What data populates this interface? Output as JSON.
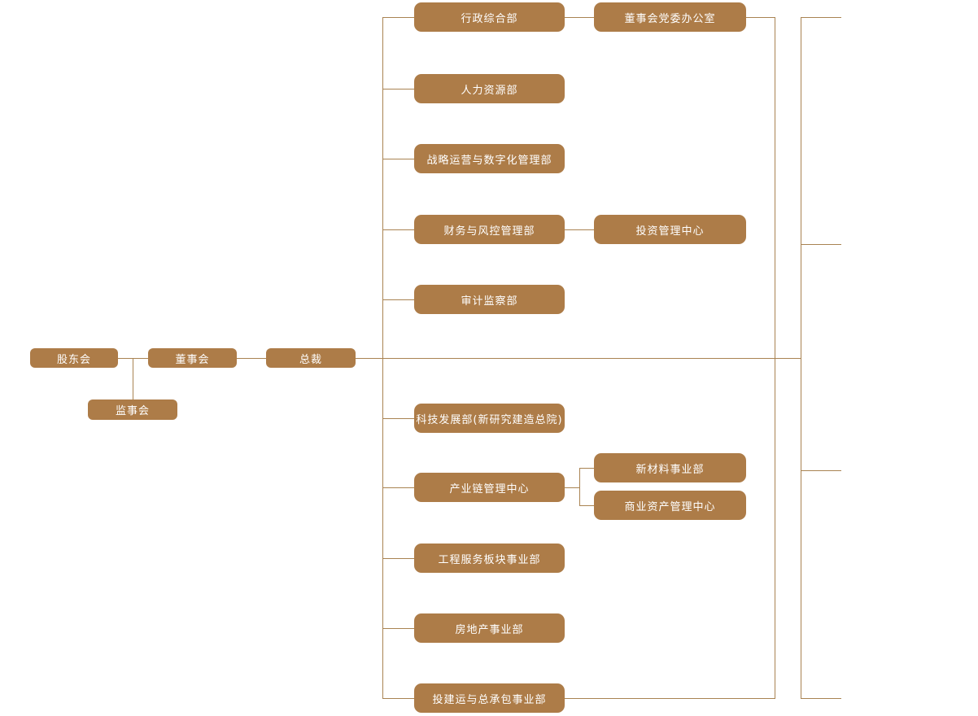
{
  "chart": {
    "type": "org-chart",
    "colors": {
      "node_fill": "#ad7c48",
      "node_text": "#ffffff",
      "line": "#a98352",
      "background": "#ffffff"
    },
    "nodes": {
      "shareholders": "股东会",
      "board": "董事会",
      "president": "总裁",
      "supervisors": "监事会",
      "admin": "行政综合部",
      "board_party_office": "董事会党委办公室",
      "hr": "人力资源部",
      "strategy": "战略运营与数字化管理部",
      "finance": "财务与风控管理部",
      "investment": "投资管理中心",
      "audit": "审计监察部",
      "tech": "科技发展部(新研究建造总院)",
      "industry_chain": "产业链管理中心",
      "new_materials": "新材料事业部",
      "commercial_assets": "商业资产管理中心",
      "engineering": "工程服务板块事业部",
      "real_estate": "房地产事业部",
      "epc": "投建运与总承包事业部"
    },
    "edges": [
      [
        "股东会",
        "董事会"
      ],
      [
        "股东会",
        "监事会"
      ],
      [
        "董事会",
        "总裁"
      ],
      [
        "总裁",
        "行政综合部"
      ],
      [
        "行政综合部",
        "董事会党委办公室"
      ],
      [
        "总裁",
        "人力资源部"
      ],
      [
        "总裁",
        "战略运营与数字化管理部"
      ],
      [
        "总裁",
        "财务与风控管理部"
      ],
      [
        "财务与风控管理部",
        "投资管理中心"
      ],
      [
        "总裁",
        "审计监察部"
      ],
      [
        "总裁",
        "科技发展部(新研究建造总院)"
      ],
      [
        "总裁",
        "产业链管理中心"
      ],
      [
        "产业链管理中心",
        "新材料事业部"
      ],
      [
        "产业链管理中心",
        "商业资产管理中心"
      ],
      [
        "总裁",
        "工程服务板块事业部"
      ],
      [
        "总裁",
        "房地产事业部"
      ],
      [
        "总裁",
        "投建运与总承包事业部"
      ]
    ]
  }
}
